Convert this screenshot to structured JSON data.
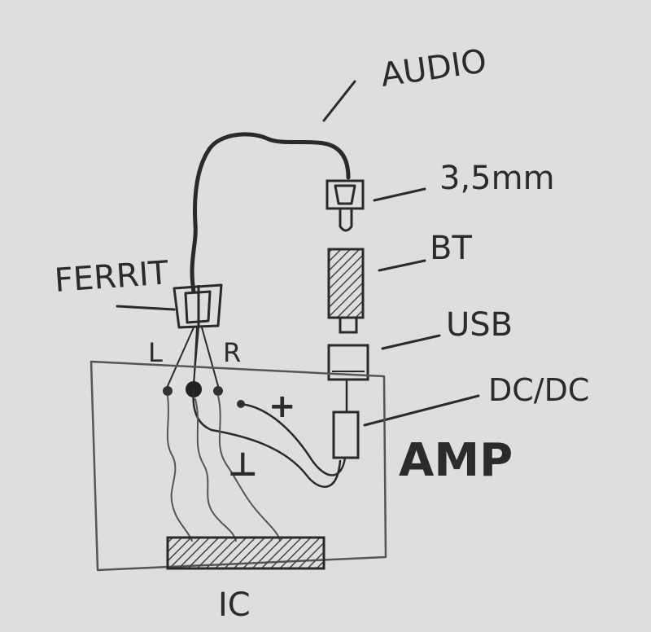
{
  "labels": {
    "audio": "AUDIO",
    "jack": "3,5mm",
    "bt": "BT",
    "usb": "USB",
    "dcdc": "DC/DC",
    "ferrit": "FERRIT",
    "left": "L",
    "right": "R",
    "plus": "+",
    "ground": "⊥",
    "amp": "AMP",
    "ic": "IC"
  },
  "colors": {
    "paper": "#dcdcdc",
    "ink": "#2a2a2a",
    "pencil": "#555555"
  }
}
